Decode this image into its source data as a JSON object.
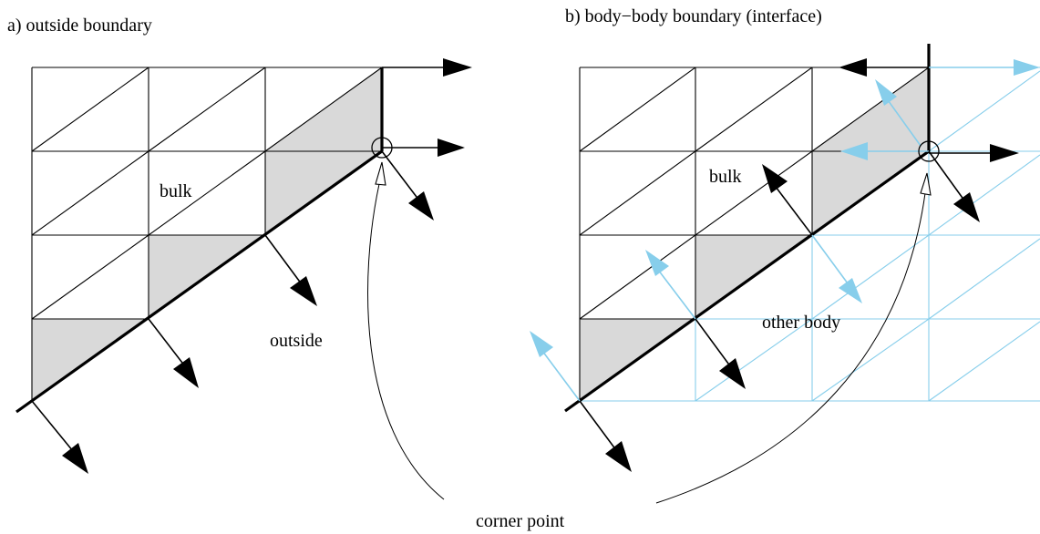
{
  "panels": [
    {
      "id": "a",
      "title": "a) outside boundary",
      "labels": {
        "bulk": "bulk",
        "outside": "outside"
      }
    },
    {
      "id": "b",
      "title": "b) body−body boundary (interface)",
      "labels": {
        "bulk": "bulk",
        "other_body": "other body"
      }
    }
  ],
  "annotation": {
    "corner_point": "corner point"
  },
  "colors": {
    "mesh": "#000000",
    "other_body_mesh": "#87CEEB",
    "shaded_elements": "#d9d9d9"
  }
}
